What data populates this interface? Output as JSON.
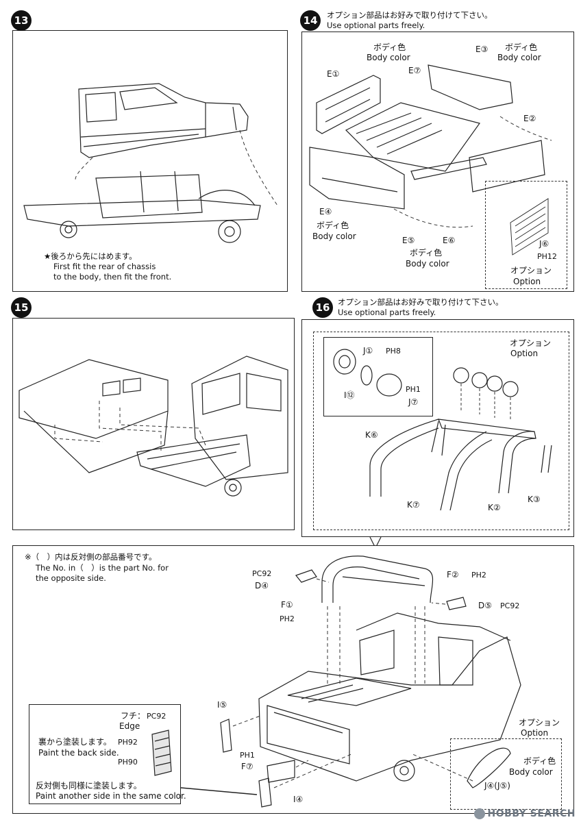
{
  "step13": {
    "number": "13",
    "note": [
      "★後ろから先にはめます。",
      "First fit the rear of chassis",
      "to the body, then fit the front."
    ]
  },
  "step14": {
    "number": "14",
    "note_jp": "オプション部品はお好みで取り付けて下さい。",
    "note_en": "Use optional parts freely.",
    "parts": {
      "e1": "E①",
      "e7": "E⑦",
      "e3": "E③",
      "e2": "E②",
      "e4": "E④",
      "e5": "E⑤",
      "e6": "E⑥",
      "j6": "J⑥",
      "ph12": "PH12"
    },
    "body_color_jp": "ボディ色",
    "body_color_en": "Body color",
    "option_jp": "オプション",
    "option_en": "Option"
  },
  "step15": {
    "number": "15"
  },
  "step16": {
    "number": "16",
    "note_jp": "オプション部品はお好みで取り付けて下さい。",
    "note_en": "Use optional parts freely.",
    "option_jp": "オプション",
    "option_en": "Option",
    "parts": {
      "j1": "J①",
      "ph8": "PH8",
      "ph1": "PH1",
      "i12": "I⑫",
      "j7": "J⑦",
      "k6": "K⑥",
      "k7": "K⑦",
      "k2": "K②",
      "k3": "K③"
    }
  },
  "lower": {
    "opposite_jp": "※（　）内は反対側の部品番号です。",
    "opposite_en_1": "The No. in（　）is the part No. for",
    "opposite_en_2": "the opposite side.",
    "parts": {
      "pc92a": "PC92",
      "d4": "D④",
      "f2": "F②",
      "ph2a": "PH2",
      "f1": "F①",
      "ph2b": "PH2",
      "d5": "D⑤",
      "pc92b": "PC92",
      "i5": "I⑤",
      "ph1": "PH1",
      "f7": "F⑦",
      "i4": "I④",
      "j4": "J④(J⑤)"
    },
    "option_jp": "オプション",
    "option_en": "Option",
    "body_color_jp": "ボディ色",
    "body_color_en": "Body color"
  },
  "paint_box": {
    "edge_jp": "フチ：",
    "edge_en": "Edge",
    "edge_code": "PC92",
    "back_jp": "裏から塗装します。",
    "back_en": "Paint the back side.",
    "ph92": "PH92",
    "ph90": "PH90",
    "other_jp": "反対側も同様に塗装します。",
    "other_en": "Paint another side in the same color."
  },
  "watermark": "HOBBY SEARCH"
}
